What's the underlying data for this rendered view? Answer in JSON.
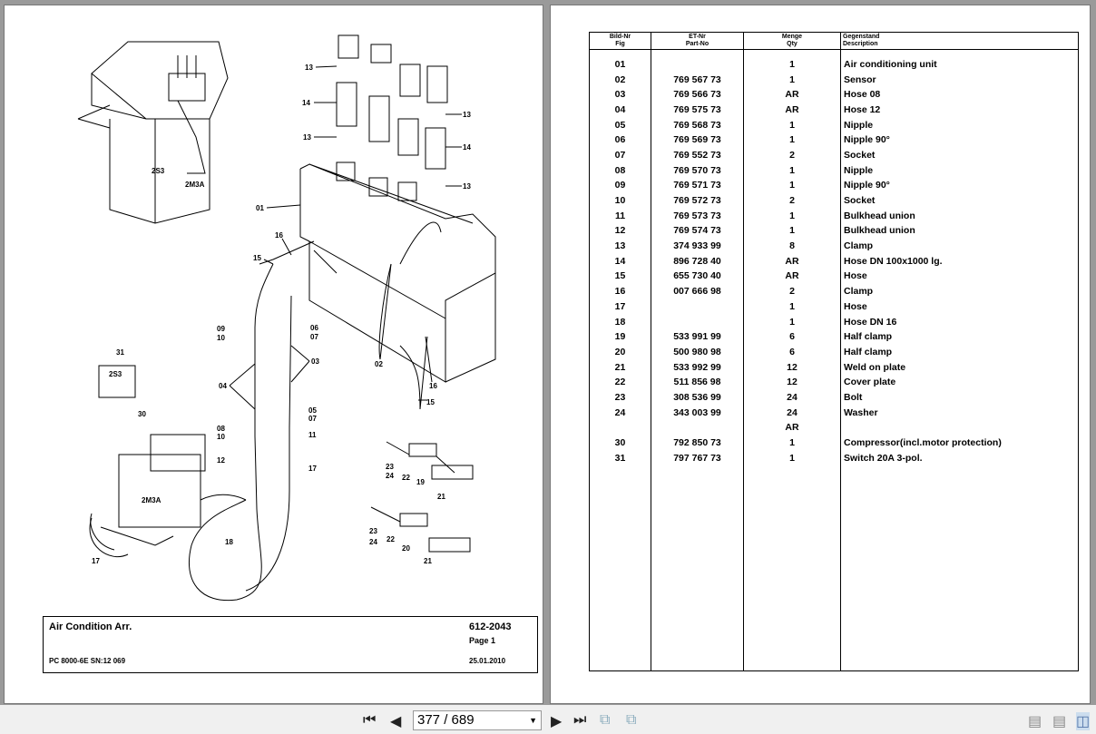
{
  "drawing": {
    "callouts": [
      "13",
      "14",
      "13",
      "13",
      "14",
      "13",
      "01",
      "16",
      "15",
      "2S3",
      "2M3A",
      "09",
      "10",
      "06",
      "07",
      "04",
      "03",
      "02",
      "16",
      "15",
      "31",
      "2S3",
      "30",
      "08",
      "10",
      "05",
      "07",
      "11",
      "12",
      "17",
      "2M3A",
      "18",
      "17",
      "23",
      "24",
      "22",
      "19",
      "21",
      "23",
      "24",
      "22",
      "20",
      "21"
    ]
  },
  "title_block": {
    "title": "Air Condition Arr.",
    "doc_no": "612-2043",
    "page": "Page 1",
    "machine": "PC 8000-6E SN:12 069",
    "date": "25.01.2010"
  },
  "parts_table": {
    "headers": [
      {
        "de": "Bild-Nr",
        "en": "Fig"
      },
      {
        "de": "ET-Nr",
        "en": "Part-No"
      },
      {
        "de": "Menge",
        "en": "Qty"
      },
      {
        "de": "Gegenstand",
        "en": "Description"
      }
    ],
    "rows": [
      {
        "fig": "01",
        "part": "",
        "qty": "1",
        "desc": "Air conditioning unit"
      },
      {
        "fig": "02",
        "part": "769 567 73",
        "qty": "1",
        "desc": "Sensor"
      },
      {
        "fig": "03",
        "part": "769 566 73",
        "qty": "AR",
        "desc": "Hose 08"
      },
      {
        "fig": "04",
        "part": "769 575 73",
        "qty": "AR",
        "desc": "Hose 12"
      },
      {
        "fig": "05",
        "part": "769 568 73",
        "qty": "1",
        "desc": "Nipple"
      },
      {
        "fig": "06",
        "part": "769 569 73",
        "qty": "1",
        "desc": "Nipple 90°"
      },
      {
        "fig": "07",
        "part": "769 552 73",
        "qty": "2",
        "desc": "Socket"
      },
      {
        "fig": "08",
        "part": "769 570 73",
        "qty": "1",
        "desc": "Nipple"
      },
      {
        "fig": "09",
        "part": "769 571 73",
        "qty": "1",
        "desc": "Nipple 90°"
      },
      {
        "fig": "10",
        "part": "769 572 73",
        "qty": "2",
        "desc": "Socket"
      },
      {
        "fig": "11",
        "part": "769 573 73",
        "qty": "1",
        "desc": "Bulkhead union"
      },
      {
        "fig": "12",
        "part": "769 574 73",
        "qty": "1",
        "desc": "Bulkhead union"
      },
      {
        "fig": "13",
        "part": "374 933 99",
        "qty": "8",
        "desc": "Clamp"
      },
      {
        "fig": "14",
        "part": "896 728 40",
        "qty": "AR",
        "desc": "Hose DN 100x1000 lg."
      },
      {
        "fig": "15",
        "part": "655 730 40",
        "qty": "AR",
        "desc": "Hose"
      },
      {
        "fig": "16",
        "part": "007 666 98",
        "qty": "2",
        "desc": "Clamp"
      },
      {
        "fig": "17",
        "part": "",
        "qty": "1",
        "desc": "Hose"
      },
      {
        "fig": "18",
        "part": "",
        "qty": "1",
        "desc": "Hose DN 16"
      },
      {
        "fig": "19",
        "part": "533 991 99",
        "qty": "6",
        "desc": "Half clamp"
      },
      {
        "fig": "20",
        "part": "500 980 98",
        "qty": "6",
        "desc": "Half clamp"
      },
      {
        "fig": "21",
        "part": "533 992 99",
        "qty": "12",
        "desc": "Weld on plate"
      },
      {
        "fig": "22",
        "part": "511 856 98",
        "qty": "12",
        "desc": "Cover plate"
      },
      {
        "fig": "23",
        "part": "308 536 99",
        "qty": "24",
        "desc": "Bolt"
      },
      {
        "fig": "24",
        "part": "343 003 99",
        "qty": "24",
        "desc": "Washer"
      },
      {
        "fig": "",
        "part": "",
        "qty": "AR",
        "desc": ""
      },
      {
        "fig": "30",
        "part": "792 850 73",
        "qty": "1",
        "desc": "Compressor(incl.motor protection)"
      },
      {
        "fig": "31",
        "part": "797 767 73",
        "qty": "1",
        "desc": "Switch 20A 3-pol."
      }
    ]
  },
  "toolbar": {
    "page_value": "377 / 689",
    "icons": [
      "first-page-icon",
      "prev-page-icon",
      "next-page-icon",
      "last-page-icon",
      "back-view-icon",
      "forward-view-icon",
      "single-page-icon",
      "continuous-icon",
      "two-page-icon"
    ]
  }
}
